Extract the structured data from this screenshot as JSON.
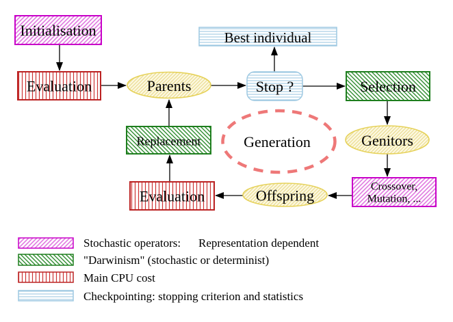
{
  "nodes": {
    "initialisation": {
      "label": "Initialisation",
      "style": "magenta-hatch"
    },
    "evaluation_top": {
      "label": "Evaluation",
      "style": "red-vertical-stripes"
    },
    "parents": {
      "label": "Parents",
      "style": "yellow-hatch-ellipse"
    },
    "best_individual": {
      "label": "Best individual",
      "style": "cyan-horizontal-stripes"
    },
    "stop": {
      "label": "Stop ?",
      "style": "cyan-horizontal-stripes"
    },
    "selection": {
      "label": "Selection",
      "style": "green-hatch"
    },
    "genitors": {
      "label": "Genitors",
      "style": "yellow-hatch-ellipse"
    },
    "crossover_mutation": {
      "line1": "Crossover,",
      "line2": "Mutation, ...",
      "style": "magenta-hatch"
    },
    "offspring": {
      "label": "Offspring",
      "style": "yellow-hatch-ellipse"
    },
    "evaluation_bottom": {
      "label": "Evaluation",
      "style": "red-vertical-stripes"
    },
    "replacement": {
      "label": "Replacement",
      "style": "green-hatch"
    },
    "generation": {
      "label": "Generation",
      "style": "salmon-dashed-ellipse"
    }
  },
  "edges": [
    {
      "from": "initialisation",
      "to": "evaluation_top"
    },
    {
      "from": "evaluation_top",
      "to": "parents"
    },
    {
      "from": "parents",
      "to": "stop"
    },
    {
      "from": "stop",
      "to": "best_individual"
    },
    {
      "from": "stop",
      "to": "selection"
    },
    {
      "from": "selection",
      "to": "genitors"
    },
    {
      "from": "genitors",
      "to": "crossover_mutation"
    },
    {
      "from": "crossover_mutation",
      "to": "offspring"
    },
    {
      "from": "offspring",
      "to": "evaluation_bottom"
    },
    {
      "from": "evaluation_bottom",
      "to": "replacement"
    },
    {
      "from": "replacement",
      "to": "parents"
    }
  ],
  "legend": {
    "stochastic": {
      "swatch": "magenta-hatch",
      "label": "Stochastic operators:",
      "label2": "Representation dependent"
    },
    "darwinism": {
      "swatch": "green-hatch",
      "label": "\"Darwinism\" (stochastic or determinist)"
    },
    "cpu": {
      "swatch": "red-vertical-stripes",
      "label": "Main CPU cost"
    },
    "checkpointing": {
      "swatch": "cyan-horizontal-stripes",
      "label": "Checkpointing: stopping criterion and statistics"
    }
  },
  "colors": {
    "magenta": "#c800c8",
    "magenta_hatch": "#e07ae0",
    "green": "#1e7e1e",
    "green_hatch": "#2e8b2e",
    "red": "#bb2222",
    "red_stripe": "#cc3333",
    "red_text": "#cc2222",
    "cyan": "#9ec9e2",
    "yellow_border": "#e6d25a",
    "yellow_hatch": "#ecdf9a",
    "gold_text": "#edc400",
    "salmon": "#ee7878",
    "black": "#000000"
  }
}
